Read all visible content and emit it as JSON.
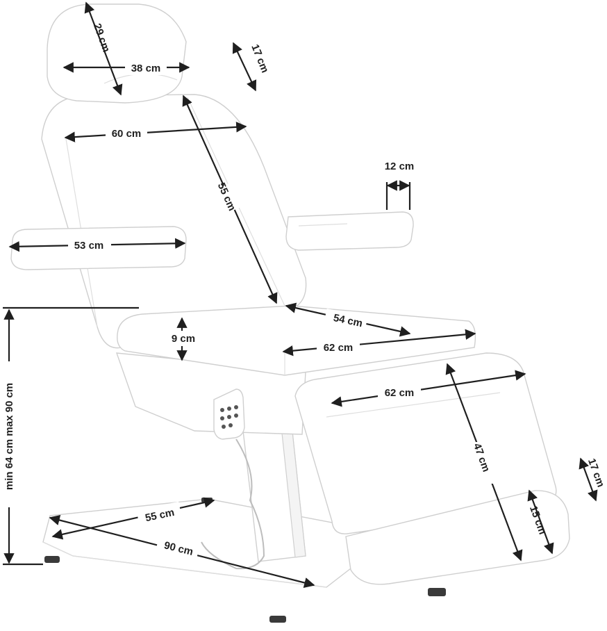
{
  "dimensions": {
    "headrest_height": "29 cm",
    "headrest_width": "38 cm",
    "headrest_thickness": "17 cm",
    "backrest_width": "60 cm",
    "backrest_length": "55 cm",
    "armrest_width": "12 cm",
    "armrest_length": "53 cm",
    "seat_depth": "54 cm",
    "seat_thickness": "9 cm",
    "seat_width": "62 cm",
    "legrest_width": "62 cm",
    "legrest_length": "47 cm",
    "legrest_thickness": "17 cm",
    "footrest_length": "15 cm",
    "base_width": "55 cm",
    "base_length": "90 cm",
    "height_range": "min 64 cm max 90 cm"
  }
}
